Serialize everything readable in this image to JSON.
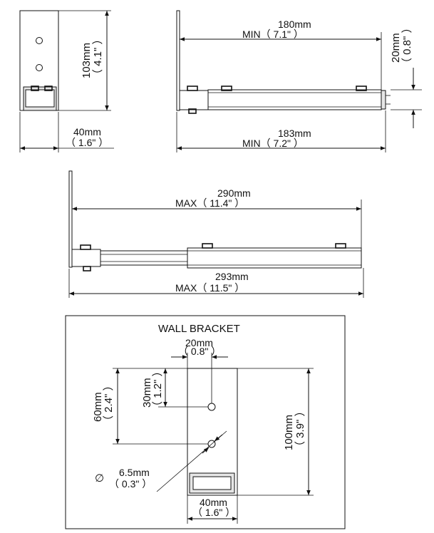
{
  "top_left_view": {
    "height_mm": "103mm",
    "height_in": "（ 4.1\" ）",
    "width_mm": "40mm",
    "width_in": "（ 1.6\" ）"
  },
  "min_view": {
    "arm_mm": "180mm",
    "arm_label": "MIN（ 7.1\" ）",
    "overall_mm": "183mm",
    "overall_label": "MIN（ 7.2\" ）",
    "depth_mm": "20mm",
    "depth_in": "（ 0.8\" ）"
  },
  "max_view": {
    "arm_mm": "290mm",
    "arm_label": "MAX（ 11.4\" ）",
    "overall_mm": "293mm",
    "overall_label": "MAX（ 11.5\" ）"
  },
  "wall_bracket": {
    "title": "WALL BRACKET",
    "hole_offset_mm": "20mm",
    "hole_offset_in": "（ 0.8\" ）",
    "top_hole_mm": "30mm",
    "top_hole_in": "（ 1.2\" ）",
    "hole_spacing_mm": "60mm",
    "hole_spacing_in": "（ 2.4\" ）",
    "height_mm": "100mm",
    "height_in": "（ 3.9\" ）",
    "hole_dia_symbol": "∅",
    "hole_dia_mm": "6.5mm",
    "hole_dia_in": "（ 0.3\" ）",
    "width_mm": "40mm",
    "width_in": "（ 1.6\" ）"
  }
}
